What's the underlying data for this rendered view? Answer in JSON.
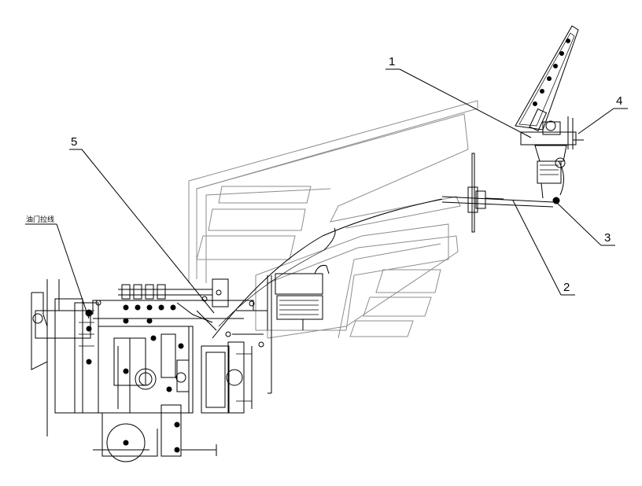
{
  "callouts": [
    {
      "id": "1",
      "label": "1"
    },
    {
      "id": "2",
      "label": "2"
    },
    {
      "id": "3",
      "label": "3"
    },
    {
      "id": "4",
      "label": "4"
    },
    {
      "id": "5",
      "label": "5"
    }
  ],
  "side_note": "油门拉线"
}
